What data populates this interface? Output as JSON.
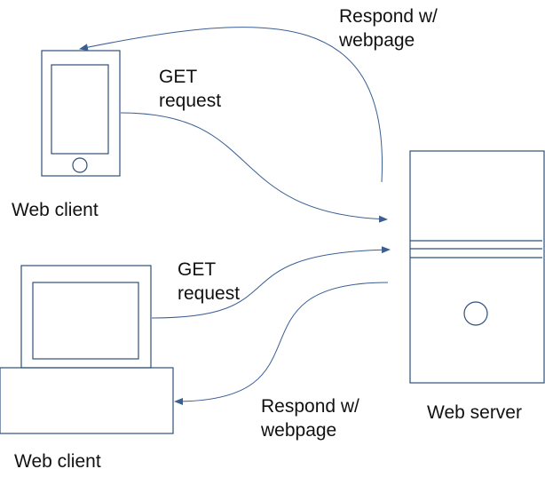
{
  "labels": {
    "phone_client": "Web client",
    "laptop_client": "Web client",
    "server": "Web server",
    "top_request_line1": "GET",
    "top_request_line2": "request",
    "bottom_request_line1": "GET",
    "bottom_request_line2": "request",
    "top_response_line1": "Respond w/",
    "top_response_line2": "webpage",
    "bottom_response_line1": "Respond w/",
    "bottom_response_line2": "webpage"
  },
  "colors": {
    "arrow": "#3b5f93",
    "outline": "#2f4f7a",
    "text": "#111111"
  }
}
